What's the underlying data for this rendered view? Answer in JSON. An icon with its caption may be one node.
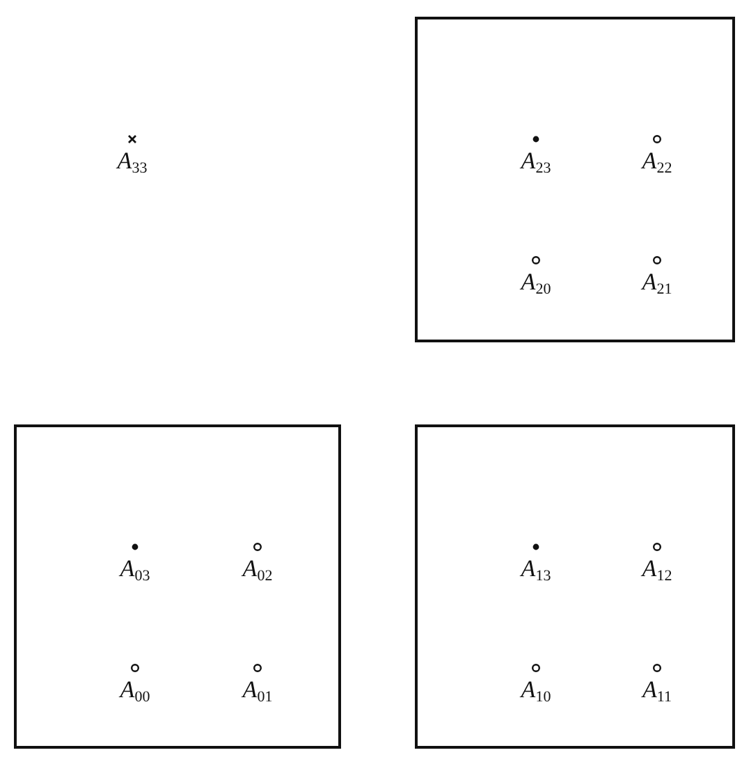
{
  "diagram": {
    "nodes": [
      {
        "text": [
          "*A*$_{33}$"
        ]
      },
      {
        "text": [],
        "shape": "box"
      },
      {
        "text": [
          "*A*$_{23}$"
        ],
        "in": 1
      },
      {
        "text": [
          "*A*$_{22}$"
        ],
        "in": 1
      },
      {
        "text": [
          "*A*$_{20}$"
        ],
        "in": 1
      },
      {
        "text": [
          "*A*$_{21}$"
        ],
        "in": 1
      },
      {
        "text": [],
        "shape": "box"
      },
      {
        "text": [
          "*A*$_{03}$"
        ],
        "in": 6
      },
      {
        "text": [
          "*A*$_{02}$"
        ],
        "in": 6
      },
      {
        "text": [
          "*A*$_{00}$"
        ],
        "in": 6
      },
      {
        "text": [
          "*A*$_{01}$"
        ],
        "in": 6
      },
      {
        "text": [],
        "shape": "box"
      },
      {
        "text": [
          "*A*$_{13}$"
        ],
        "in": 11
      },
      {
        "text": [
          "*A*$_{12}$"
        ],
        "in": 11
      },
      {
        "text": [
          "*A*$_{10}$"
        ],
        "in": 11
      },
      {
        "text": [
          "*A*$_{11}$"
        ],
        "in": 11
      }
    ]
  }
}
